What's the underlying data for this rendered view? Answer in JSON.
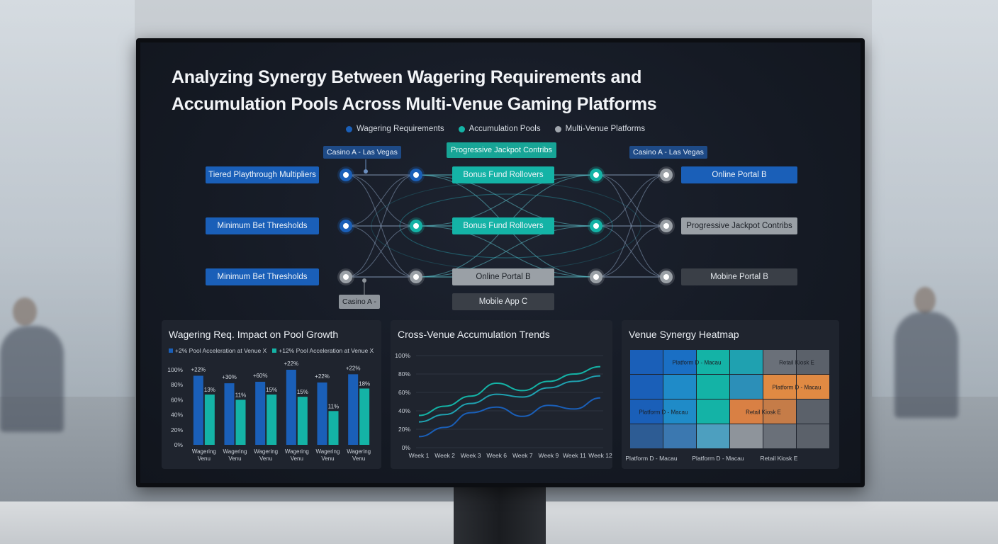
{
  "title": {
    "line1": "Analyzing Synergy Between Wagering Requirements and",
    "line2": "Accumulation Pools Across Multi-Venue Gaming Platforms"
  },
  "legend": [
    {
      "label": "Wagering Requirements",
      "color": "#1a5fb8"
    },
    {
      "label": "Accumulation Pools",
      "color": "#14b3a6"
    },
    {
      "label": "Multi-Venue Platforms",
      "color": "#a0a6ad"
    }
  ],
  "network": {
    "left_labels": [
      "Tiered Playthrough Multipliers",
      "Minimum Bet Thresholds",
      "Minimum Bet Thresholds"
    ],
    "center_labels": [
      "Bonus Fund Rollovers",
      "Bonus Fund Rollovers",
      "Online Portal B"
    ],
    "right_labels": [
      "Online Portal B",
      "Progressive Jackpot Contribs",
      "Mobine Portal B"
    ],
    "tags": {
      "top_left": "Casino A - Las Vegas",
      "top_center": "Progressive Jackpot Contribs",
      "top_right": "Casino A - Las Vegas",
      "bottom_left": "Casino A -",
      "bottom_center": "Mobile App C"
    }
  },
  "chart_data": [
    {
      "type": "bar",
      "title": "Wagering Req. Impact on Pool Growth",
      "legend": [
        "+2% Pool Acceleration at Venue X",
        "+12% Pool Acceleration at Venue X"
      ],
      "categories": [
        "Wagering Venu",
        "Wagering Venu",
        "Wagering Venu",
        "Wagering Venu",
        "Wagering Venu",
        "Wagering Venu"
      ],
      "series": [
        {
          "name": "+2% Pool Acceleration at Venue X",
          "color": "#1a5fb8",
          "values": [
            92,
            82,
            84,
            100,
            83,
            94
          ],
          "labels": [
            "+22%",
            "+30%",
            "+60%",
            "+22%",
            "+22%",
            "+22%"
          ]
        },
        {
          "name": "+12% Pool Acceleration at Venue X",
          "color": "#14b3a6",
          "values": [
            67,
            60,
            67,
            64,
            45,
            75
          ],
          "labels": [
            "13%",
            "11%",
            "15%",
            "15%",
            "11%",
            "18%"
          ]
        }
      ],
      "yticks": [
        "0%",
        "20%",
        "40%",
        "60%",
        "80%",
        "100%"
      ],
      "ylim": [
        0,
        100
      ]
    },
    {
      "type": "line",
      "title": "Cross-Venue Accumulation Trends",
      "x": [
        "Week 1",
        "Week 2",
        "Week 3",
        "Week 6",
        "Week 7",
        "Week 9",
        "Week 11",
        "Week 12"
      ],
      "yticks": [
        "0%",
        "20%",
        "40%",
        "60%",
        "80%",
        "100%"
      ],
      "ylim": [
        0,
        100
      ],
      "series": [
        {
          "color": "#14b3a6",
          "values": [
            35,
            45,
            56,
            70,
            62,
            72,
            80,
            88
          ]
        },
        {
          "color": "#1fa1b0",
          "values": [
            28,
            36,
            48,
            58,
            55,
            65,
            72,
            78
          ]
        },
        {
          "color": "#1a5fb8",
          "values": [
            12,
            22,
            38,
            44,
            34,
            46,
            42,
            54
          ]
        }
      ]
    },
    {
      "type": "heatmap",
      "title": "Venue Synergy Heatmap",
      "rows": 4,
      "cols": 6,
      "cells": [
        [
          "#1a5fb8",
          "#1a6fc4",
          "#14b3a6",
          "#1fa1b0",
          "#6a7079",
          "#5b616a"
        ],
        [
          "#1a5fb8",
          "#1f8bc8",
          "#14b3a6",
          "#2c8fb8",
          "#e08a43",
          "#e08a43"
        ],
        [
          "#1a5fb8",
          "#1f8bc8",
          "#14b3a6",
          "#d98044",
          "#c57c48",
          "#5b616a"
        ],
        [
          "#2d5c94",
          "#3b78b0",
          "#4d9fbf",
          "#8e949b",
          "#6a7079",
          "#5b616a"
        ]
      ],
      "cell_labels": [
        {
          "row": 0,
          "col": 1,
          "text": "Platform D - Macau"
        },
        {
          "row": 0,
          "col": 4,
          "text": "Retail Kiosk E"
        },
        {
          "row": 1,
          "col": 4,
          "text": "Platform D - Macau"
        },
        {
          "row": 2,
          "col": 0,
          "text": "Platform D - Macau"
        },
        {
          "row": 2,
          "col": 3,
          "text": "Retail Kiosk E"
        }
      ],
      "x_labels": [
        "Platform D - Macau",
        "Platform D - Macau",
        "Retail Kiosk E"
      ]
    }
  ]
}
